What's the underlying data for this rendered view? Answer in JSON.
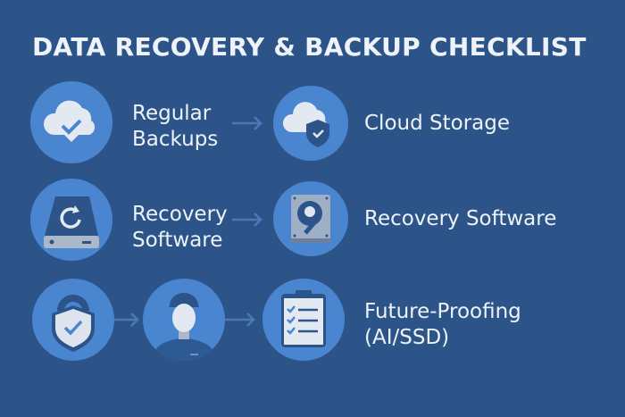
{
  "title": "DATA RECOVERY & BACKUP CHECKLIST",
  "rows": [
    {
      "left_label": [
        "Regular",
        "Backups"
      ],
      "right_label": [
        "Cloud Storage"
      ]
    },
    {
      "left_label": [
        "Recovery",
        "Software"
      ],
      "right_label": [
        "Recovery Software"
      ]
    },
    {
      "right_label": [
        "Future-Proofing",
        "(AI/SSD)"
      ]
    }
  ],
  "colors": {
    "background": "#2c5489",
    "circle": "#4a86d0",
    "icon_light": "#e3e9f1",
    "icon_dark": "#2c5489"
  }
}
